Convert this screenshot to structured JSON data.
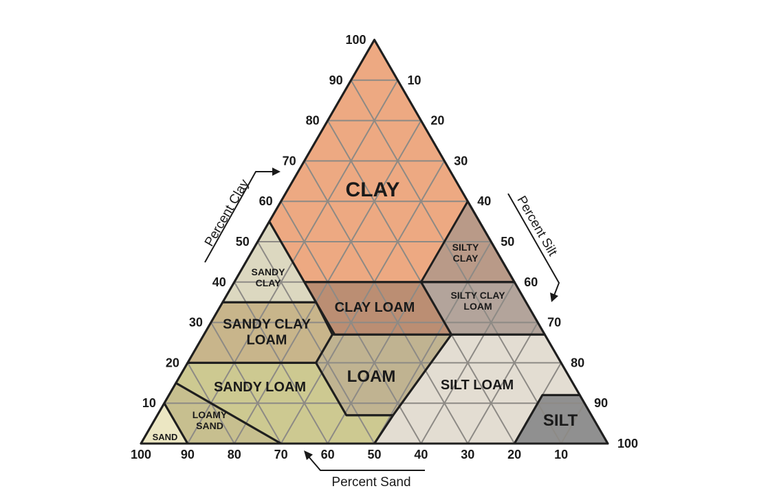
{
  "axes": {
    "clay": {
      "title": "Percent Clay",
      "ticks": [
        "10",
        "20",
        "30",
        "40",
        "50",
        "60",
        "70",
        "80",
        "90",
        "100"
      ]
    },
    "silt": {
      "title": "Percent Silt",
      "ticks": [
        "10",
        "20",
        "30",
        "40",
        "50",
        "60",
        "70",
        "80",
        "90",
        "100"
      ]
    },
    "sand": {
      "title": "Percent Sand",
      "ticks": [
        "100",
        "90",
        "80",
        "70",
        "60",
        "50",
        "40",
        "30",
        "20",
        "10"
      ]
    }
  },
  "regions": [
    {
      "id": "clay",
      "lines": [
        "CLAY"
      ],
      "color": "#eda982"
    },
    {
      "id": "silty-clay",
      "lines": [
        "SILTY",
        "CLAY"
      ],
      "color": "#b99a88"
    },
    {
      "id": "silty-clay-loam",
      "lines": [
        "SILTY CLAY",
        "LOAM"
      ],
      "color": "#b3a49b"
    },
    {
      "id": "sandy-clay",
      "lines": [
        "SANDY",
        "CLAY"
      ],
      "color": "#dcd8c0"
    },
    {
      "id": "clay-loam",
      "lines": [
        "CLAY LOAM"
      ],
      "color": "#bb8e73"
    },
    {
      "id": "sandy-clay-loam",
      "lines": [
        "SANDY CLAY",
        "LOAM"
      ],
      "color": "#c8b58b"
    },
    {
      "id": "loam",
      "lines": [
        "LOAM"
      ],
      "color": "#c0b391"
    },
    {
      "id": "silt-loam",
      "lines": [
        "SILT LOAM"
      ],
      "color": "#e3ddd2"
    },
    {
      "id": "sandy-loam",
      "lines": [
        "SANDY LOAM"
      ],
      "color": "#cdc991"
    },
    {
      "id": "loamy-sand",
      "lines": [
        "LOAMY",
        "SAND"
      ],
      "color": "#c7bf8f"
    },
    {
      "id": "sand",
      "lines": [
        "SAND"
      ],
      "color": "#ece7c3"
    },
    {
      "id": "silt",
      "lines": [
        "SILT"
      ],
      "color": "#909090"
    }
  ]
}
